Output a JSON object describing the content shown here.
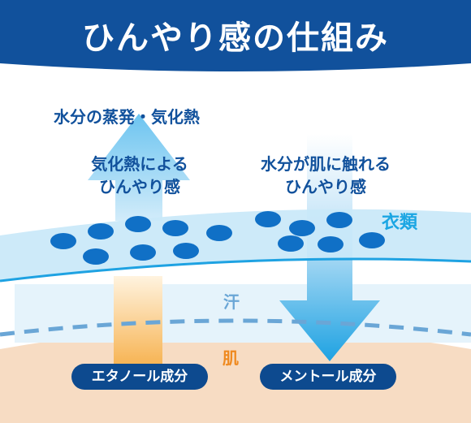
{
  "title": "ひんやり感の仕組み",
  "labels": {
    "evaporation": "水分の蒸発・気化熱",
    "cooling_heat": "気化熱による\nひんやり感",
    "cooling_contact": "水分が肌に触れる\nひんやり感",
    "clothing": "衣類",
    "sweat": "汗",
    "skin": "肌"
  },
  "ingredients": {
    "ethanol": "エタノール成分",
    "menthol": "メントール成分"
  },
  "colors": {
    "header_blue": "#11519c",
    "dark_blue": "#0d4a8f",
    "drop_blue": "#1070c6",
    "light_blue": "#1ba6e3",
    "skin": "#f7dcc3",
    "orange": "#ef8a20"
  }
}
